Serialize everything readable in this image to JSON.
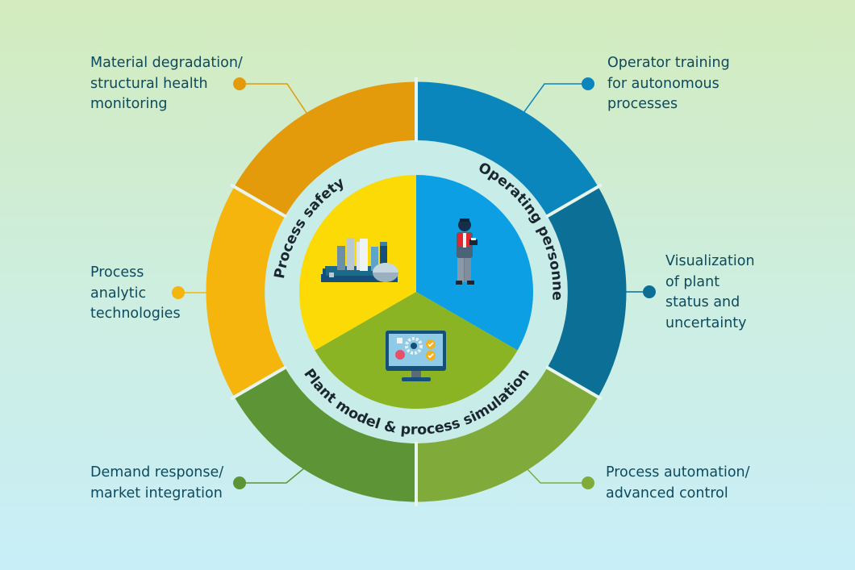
{
  "center_titles": {
    "process_safety": "Process safety",
    "operating_personnel": "Operating personnel",
    "plant_model": "Plant model & process simulation"
  },
  "outer_labels": {
    "material_degradation": [
      "Material degradation/",
      "structural health",
      "monitoring"
    ],
    "operator_training": [
      "Operator training",
      "for autonomous",
      "processes"
    ],
    "process_analytic": [
      "Process",
      "analytic",
      "technologies"
    ],
    "visualization": [
      "Visualization",
      "of plant",
      "status and",
      "uncertainty"
    ],
    "demand_response": [
      "Demand response/",
      "market integration"
    ],
    "process_automation": [
      "Process automation/",
      "advanced control"
    ]
  },
  "colors": {
    "orange_dark": "#e39a0b",
    "orange_light": "#f5b50c",
    "blue_mid": "#0b86bd",
    "blue_dark": "#0b6f96",
    "green_dark": "#5c9436",
    "green_light": "#80ab3a",
    "inner_yellow": "#fcda05",
    "inner_blue": "#0c9fe4",
    "inner_green": "#8bb425",
    "text": "#0d4a5e"
  }
}
